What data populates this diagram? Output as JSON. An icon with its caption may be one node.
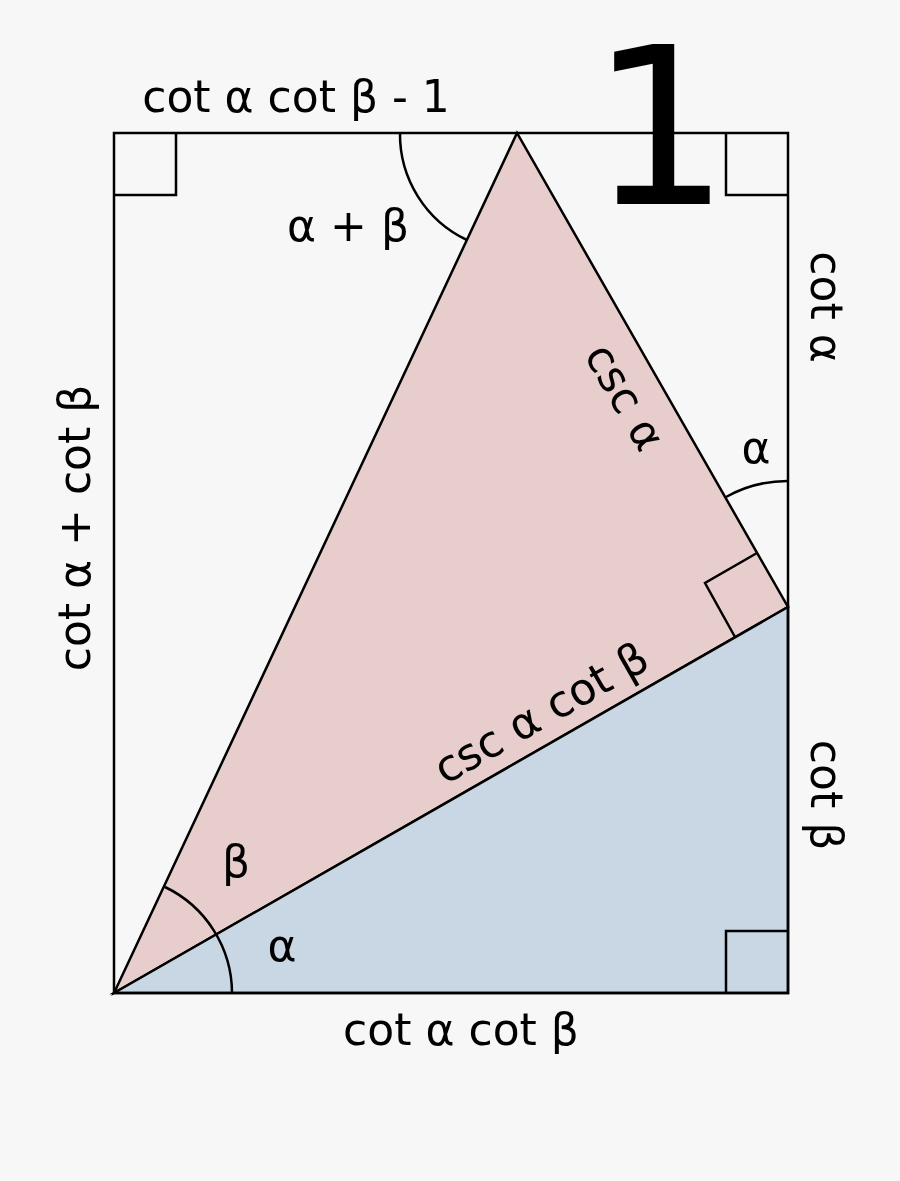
{
  "diagram": {
    "labels": [
      "cot α cot β - 1",
      "1",
      "α + β",
      "cot α",
      "csc α",
      "α",
      "cot α + cot β",
      "csc α cot β",
      "cot β",
      "β",
      "α",
      "cot α cot β"
    ]
  }
}
